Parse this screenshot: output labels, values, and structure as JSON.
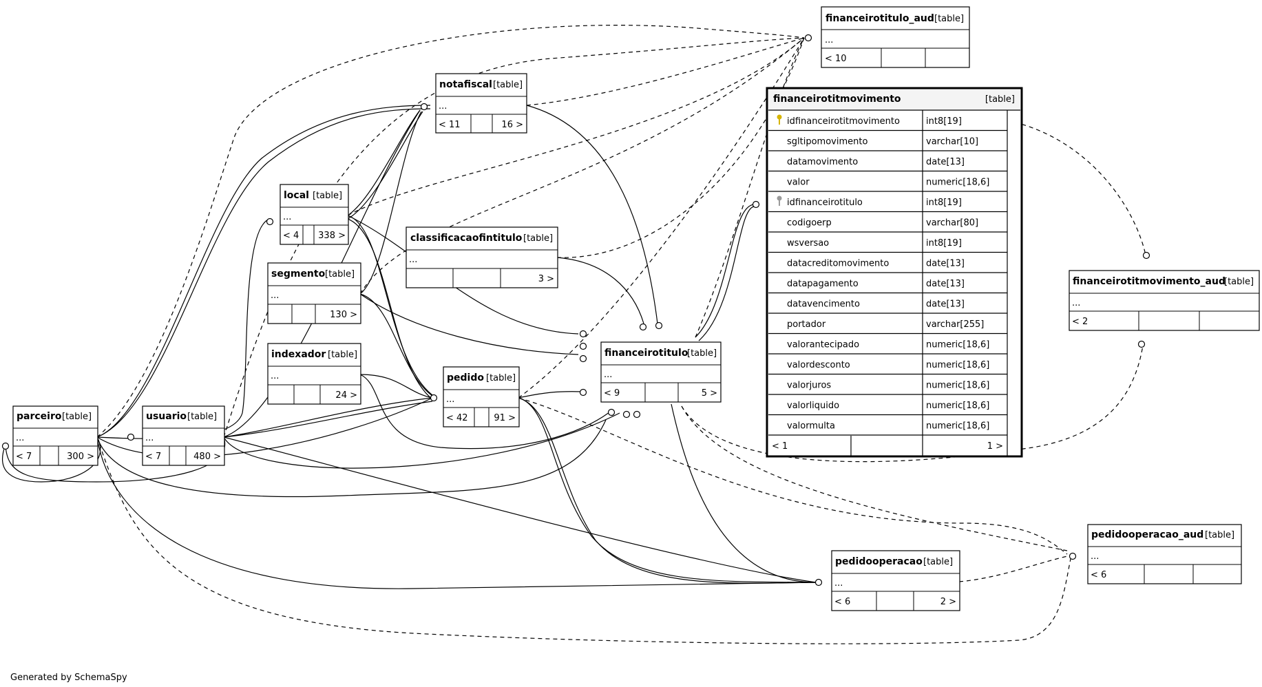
{
  "diagram": {
    "footer": "Generated by SchemaSpy",
    "colors": {
      "ink": "#000000",
      "header_bg": "#f4f4f4",
      "pk_key": "#d6b400",
      "fk_key": "#9a9a9a"
    }
  },
  "tables": {
    "financeirotitulo_aud": {
      "name": "financeirotitulo_aud",
      "tag": "[table]",
      "ellipsis": "...",
      "left": "< 10",
      "mid": "",
      "right": ""
    },
    "notafiscal": {
      "name": "notafiscal",
      "tag": "[table]",
      "ellipsis": "...",
      "left": "< 11",
      "mid": "",
      "right": "16 >"
    },
    "local": {
      "name": "local",
      "tag": "[table]",
      "ellipsis": "...",
      "left": "< 4",
      "mid": "",
      "right": "338 >"
    },
    "classificacaofintitulo": {
      "name": "classificacaofintitulo",
      "tag": "[table]",
      "ellipsis": "...",
      "left": "",
      "mid": "",
      "right": "3 >"
    },
    "segmento": {
      "name": "segmento",
      "tag": "[table]",
      "ellipsis": "...",
      "left": "",
      "mid": "",
      "right": "130 >"
    },
    "indexador": {
      "name": "indexador",
      "tag": "[table]",
      "ellipsis": "...",
      "left": "",
      "mid": "",
      "right": "24 >"
    },
    "pedido": {
      "name": "pedido",
      "tag": "[table]",
      "ellipsis": "...",
      "left": "< 42",
      "mid": "",
      "right": "91 >"
    },
    "financeirotitulo": {
      "name": "financeirotitulo",
      "tag": "[table]",
      "ellipsis": "...",
      "left": "< 9",
      "mid": "",
      "right": "5 >"
    },
    "parceiro": {
      "name": "parceiro",
      "tag": "[table]",
      "ellipsis": "...",
      "left": "< 7",
      "mid": "",
      "right": "300 >"
    },
    "usuario": {
      "name": "usuario",
      "tag": "[table]",
      "ellipsis": "...",
      "left": "< 7",
      "mid": "",
      "right": "480 >"
    },
    "pedidooperacao": {
      "name": "pedidooperacao",
      "tag": "[table]",
      "ellipsis": "...",
      "left": "< 6",
      "mid": "",
      "right": "2 >"
    },
    "pedidooperacao_aud": {
      "name": "pedidooperacao_aud",
      "tag": "[table]",
      "ellipsis": "...",
      "left": "< 6",
      "mid": "",
      "right": ""
    },
    "financeirotitmovimento_aud": {
      "name": "financeirotitmovimento_aud",
      "tag": "[table]",
      "ellipsis": "...",
      "left": "< 2",
      "mid": "",
      "right": ""
    }
  },
  "focus": {
    "name": "financeirotitmovimento",
    "tag": "[table]",
    "columns": [
      {
        "name": "idfinanceirotitmovimento",
        "type": "int8[19]",
        "key": "pk"
      },
      {
        "name": "sgltipomovimento",
        "type": "varchar[10]",
        "key": ""
      },
      {
        "name": "datamovimento",
        "type": "date[13]",
        "key": ""
      },
      {
        "name": "valor",
        "type": "numeric[18,6]",
        "key": ""
      },
      {
        "name": "idfinanceirotitulo",
        "type": "int8[19]",
        "key": "fk"
      },
      {
        "name": "codigoerp",
        "type": "varchar[80]",
        "key": ""
      },
      {
        "name": "wsversao",
        "type": "int8[19]",
        "key": ""
      },
      {
        "name": "datacreditomovimento",
        "type": "date[13]",
        "key": ""
      },
      {
        "name": "datapagamento",
        "type": "date[13]",
        "key": ""
      },
      {
        "name": "datavencimento",
        "type": "date[13]",
        "key": ""
      },
      {
        "name": "portador",
        "type": "varchar[255]",
        "key": ""
      },
      {
        "name": "valorantecipado",
        "type": "numeric[18,6]",
        "key": ""
      },
      {
        "name": "valordesconto",
        "type": "numeric[18,6]",
        "key": ""
      },
      {
        "name": "valorjuros",
        "type": "numeric[18,6]",
        "key": ""
      },
      {
        "name": "valorliquido",
        "type": "numeric[18,6]",
        "key": ""
      },
      {
        "name": "valormulta",
        "type": "numeric[18,6]",
        "key": ""
      }
    ],
    "left": "< 1",
    "mid": "",
    "right": "1 >"
  }
}
